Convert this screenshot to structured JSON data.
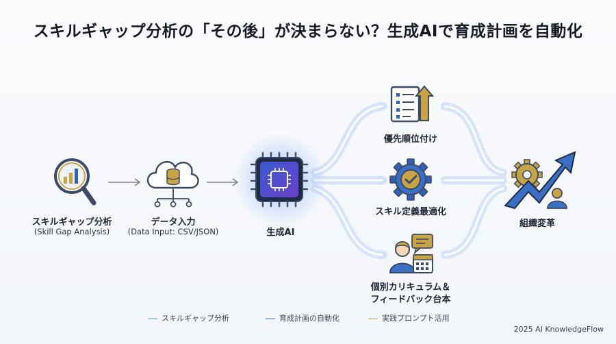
{
  "title": "スキルギャップ分析の「その後」が決まらない？生成AIで育成計画を自動化",
  "nodes": {
    "skill_gap": {
      "label": "スキルギャップ分析",
      "sub": "(Skill Gap Analysis)"
    },
    "data_input": {
      "label": "データ入力",
      "sub": "(Data Input: CSV/JSON)"
    },
    "gen_ai": {
      "label": "生成AI"
    },
    "priority": {
      "label": "優先順位付け"
    },
    "skill_def": {
      "label": "スキル定義最適化"
    },
    "curriculum": {
      "label_line1": "個別カリキュラム＆",
      "label_line2": "フィードバック台本"
    },
    "org_change": {
      "label": "組織変革"
    }
  },
  "legend": [
    {
      "label": "スキルギャップ分析",
      "color": "#a9c2e6"
    },
    {
      "label": "育成計画の自動化",
      "color": "#9fb8dc"
    },
    {
      "label": "実践プロンプト活用",
      "color": "#d6cfa4"
    }
  ],
  "footer": "2025 AI KnowledgeFlow",
  "colors": {
    "accent_blue": "#2f63b8",
    "accent_gold": "#c9a447",
    "glow": "#8fb6ff"
  }
}
